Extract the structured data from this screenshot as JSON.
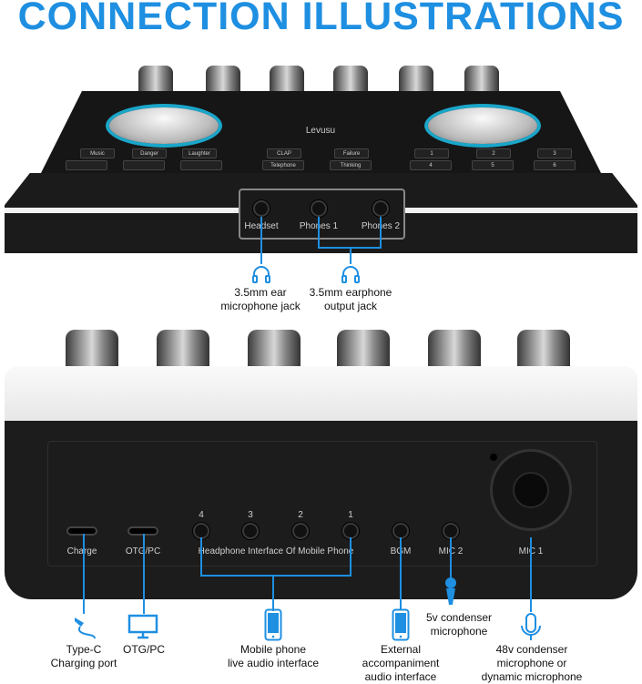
{
  "title": "CONNECTION ILLUSTRATIONS",
  "top_device": {
    "brand": "Levusu",
    "keys_row1": [
      "Music",
      "Danger",
      "Laughter",
      "CLAP",
      "Failure",
      "1",
      "2",
      "3"
    ],
    "keys_row2": [
      "",
      "",
      "",
      "Telephone",
      "Thinking",
      "4",
      "5",
      "6"
    ],
    "jacks": [
      "Headset",
      "Phones 1",
      "Phones 2"
    ]
  },
  "top_callouts": [
    {
      "icon": "headphones-icon",
      "text": "3.5mm ear microphone jack",
      "line1": "3.5mm ear",
      "line2": "microphone jack"
    },
    {
      "icon": "headphones-icon",
      "text": "3.5mm earphone output jack",
      "line1": "3.5mm earphone",
      "line2": "output jack"
    }
  ],
  "bottom_device": {
    "ports": [
      "Charge",
      "OTG/PC",
      "Headphone Interface Of Mobile Phone",
      "BGM",
      "MIC 2",
      "MIC 1"
    ],
    "phone_jack_numbers": [
      "4",
      "3",
      "2",
      "1"
    ]
  },
  "bottom_callouts": {
    "charge": {
      "l1": "Type-C",
      "l2": "Charging port"
    },
    "otg": {
      "l1": "OTG/PC"
    },
    "mobile": {
      "l1": "Mobile phone",
      "l2": "live audio interface"
    },
    "bgm": {
      "l1": "External",
      "l2": "accompaniment",
      "l3": "audio interface"
    },
    "mic2": {
      "l1": "5v condenser",
      "l2": "microphone"
    },
    "mic1": {
      "l1": "48v condenser",
      "l2": "microphone or",
      "l3": "dynamic microphone"
    }
  },
  "colors": {
    "accent": "#1e8fe1",
    "body": "#1a1a1a"
  }
}
